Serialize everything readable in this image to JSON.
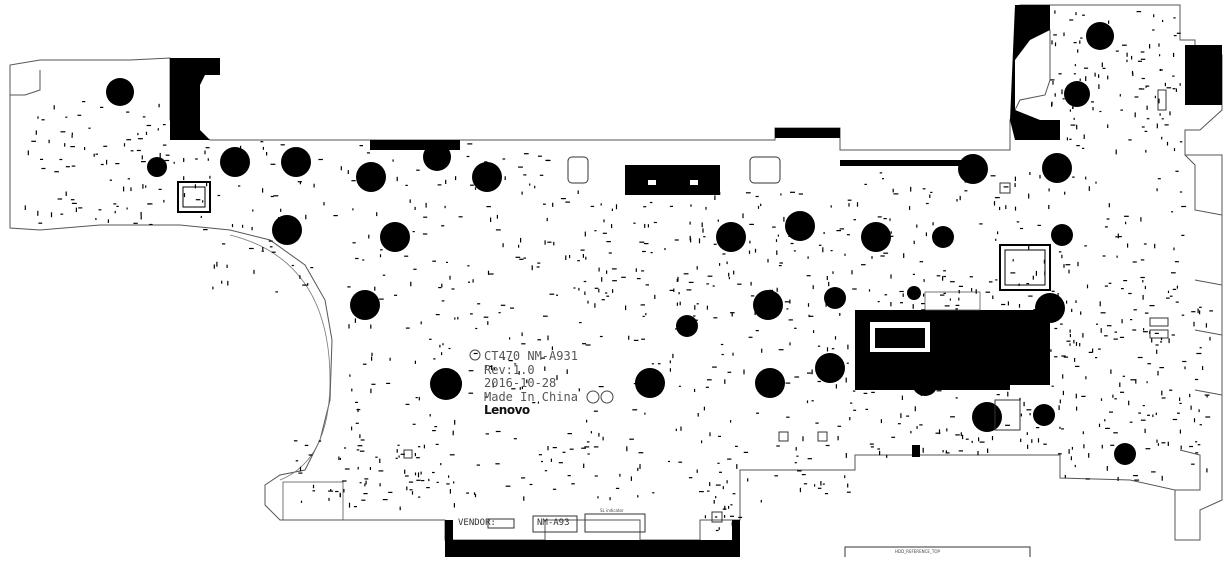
{
  "board": {
    "model": "CT470",
    "code": "NM-A931",
    "rev": "Rev:1.0",
    "date": "2016-10-28",
    "origin": "Made In China",
    "brand": "Lenovo",
    "vendor_label": "VENDOR:",
    "bottom_code": "NM-A93",
    "sl_label": "SL indicator",
    "bottom_right_label": "HDD_REFERENCE_TOP"
  },
  "colors": {
    "outline": "#555555",
    "copper": "#000000",
    "silkscreen": "#444444",
    "background": "#ffffff"
  }
}
